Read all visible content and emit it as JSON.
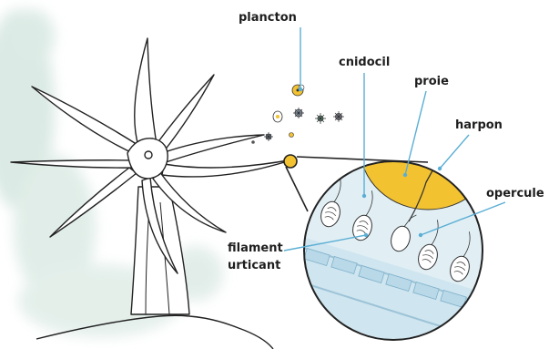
{
  "labels": {
    "plancton": "plancton",
    "cnidocil": "cnidocil",
    "proie": "proie",
    "harpon": "harpon",
    "opercule": "opercule",
    "filament_line1": "filament",
    "filament_line2": "urticant"
  },
  "colors": {
    "outline": "#222222",
    "zoom_fill": "#d6eaf3",
    "cell_band": "#b9d9e8",
    "prey": "#f3c230",
    "pointer": "#5aaed4",
    "watercolor": "#cfe3dc"
  }
}
